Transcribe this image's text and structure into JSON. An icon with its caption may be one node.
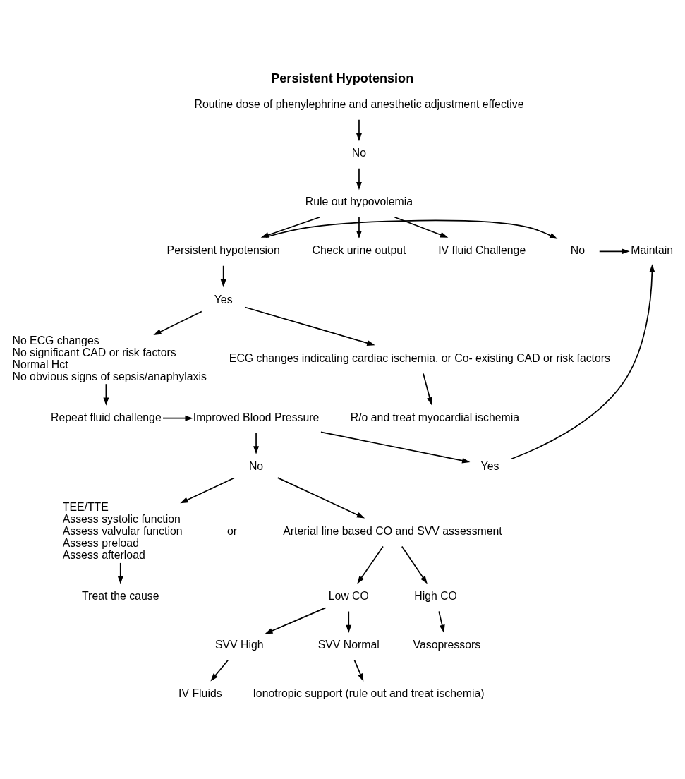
{
  "diagram": {
    "title": "Persistent Hypotension",
    "nodes": [
      {
        "text": [
          "Routine dose of phenylephrine and anesthetic adjustment effective"
        ]
      },
      {
        "text": [
          "No"
        ]
      },
      {
        "text": [
          "Rule out hypovolemia"
        ]
      },
      {
        "text": [
          "Check urine output"
        ]
      },
      {
        "text": [
          "IV fluid Challenge"
        ]
      },
      {
        "text": [
          "Persistent hypotension"
        ]
      },
      {
        "text": [
          "No"
        ]
      },
      {
        "text": [
          "Maintain"
        ]
      },
      {
        "text": [
          "Yes"
        ]
      },
      {
        "text": [
          "No ECG changes",
          "No significant CAD or risk factors",
          "Normal Hct",
          "No obvious signs of sepsis/anaphylaxis"
        ]
      },
      {
        "text": [
          "ECG changes indicating cardiac ischemia, or Co- existing CAD or risk factors"
        ]
      },
      {
        "text": [
          "R/o and treat myocardial ischemia"
        ]
      },
      {
        "text": [
          "Repeat fluid challenge"
        ]
      },
      {
        "text": [
          "Improved Blood Pressure"
        ]
      },
      {
        "text": [
          "Yes"
        ]
      },
      {
        "text": [
          "No"
        ]
      },
      {
        "text": [
          "TEE/TTE",
          "Assess systolic function",
          "Assess valvular function",
          "Assess preload",
          "Assess afterload"
        ]
      },
      {
        "text": [
          "Arterial line based CO and SVV assessment"
        ]
      },
      {
        "text": [
          "High CO"
        ]
      },
      {
        "text": [
          "Low CO"
        ]
      },
      {
        "text": [
          "Vasopressors"
        ]
      },
      {
        "text": [
          "SVV High"
        ]
      },
      {
        "text": [
          "SVV Normal"
        ]
      },
      {
        "text": [
          "IV Fluids"
        ]
      },
      {
        "text": [
          "Ionotropic support (rule out and treat ischemia)"
        ]
      },
      {
        "text": [
          "Treat the cause"
        ]
      }
    ],
    "edges": [
      {
        "from": 0,
        "to": 1,
        "arrow": "to"
      },
      {
        "from": 1,
        "to": 2,
        "arrow": "to"
      },
      {
        "from": 2,
        "to": 3,
        "arrow": "to"
      },
      {
        "from": 2,
        "to": 4,
        "arrow": "to"
      },
      {
        "from": 2,
        "to": 5,
        "arrow": "to"
      },
      {
        "from": 5,
        "to": 6,
        "arrow": "to"
      },
      {
        "from": 6,
        "to": 7,
        "arrow": "to"
      },
      {
        "from": 5,
        "to": 8,
        "arrow": "to"
      },
      {
        "from": 8,
        "to": 9,
        "arrow": "to"
      },
      {
        "from": 8,
        "to": 10,
        "arrow": "to"
      },
      {
        "from": 10,
        "to": 11,
        "arrow": "to"
      },
      {
        "from": 9,
        "to": 12,
        "arrow": "to"
      },
      {
        "from": 12,
        "to": 13,
        "arrow": "to"
      },
      {
        "from": 13,
        "to": 14,
        "arrow": "to"
      },
      {
        "from": 14,
        "to": 7,
        "arrow": "to"
      },
      {
        "from": 13,
        "to": 15,
        "arrow": "to"
      },
      {
        "from": 15,
        "to": 16,
        "arrow": "to"
      },
      {
        "from": 15,
        "to": 17,
        "arrow": "to"
      },
      {
        "from": 17,
        "to": 18,
        "arrow": "to"
      },
      {
        "from": 17,
        "to": 19,
        "arrow": "to"
      },
      {
        "from": 18,
        "to": 20,
        "arrow": "to"
      },
      {
        "from": 19,
        "to": 21,
        "arrow": "to"
      },
      {
        "from": 19,
        "to": 22,
        "arrow": "to"
      },
      {
        "from": 21,
        "to": 23,
        "arrow": "to"
      },
      {
        "from": 22,
        "to": 24,
        "arrow": "to"
      },
      {
        "from": 16,
        "to": 25,
        "arrow": "to"
      }
    ],
    "labels": [
      "or"
    ]
  }
}
